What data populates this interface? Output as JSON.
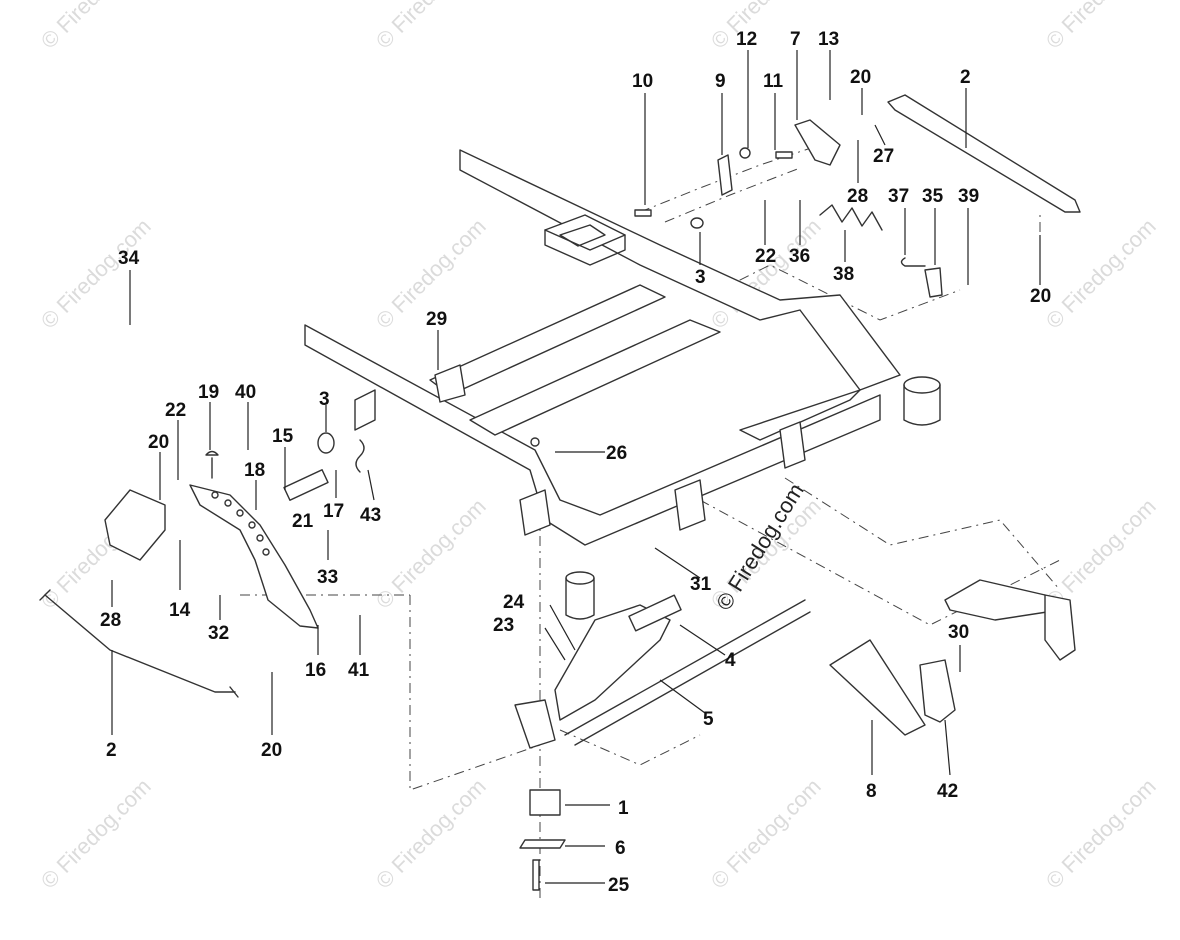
{
  "watermark_text": "© Firedog.com",
  "copyright_text": "© Firedog.com",
  "callouts": [
    {
      "id": "c-10",
      "label": "10"
    },
    {
      "id": "c-9",
      "label": "9"
    },
    {
      "id": "c-12",
      "label": "12"
    },
    {
      "id": "c-7",
      "label": "7"
    },
    {
      "id": "c-13",
      "label": "13"
    },
    {
      "id": "c-11",
      "label": "11"
    },
    {
      "id": "c-20a",
      "label": "20"
    },
    {
      "id": "c-2a",
      "label": "2"
    },
    {
      "id": "c-27",
      "label": "27"
    },
    {
      "id": "c-28a",
      "label": "28"
    },
    {
      "id": "c-37",
      "label": "37"
    },
    {
      "id": "c-35",
      "label": "35"
    },
    {
      "id": "c-39",
      "label": "39"
    },
    {
      "id": "c-22a",
      "label": "22"
    },
    {
      "id": "c-36",
      "label": "36"
    },
    {
      "id": "c-3a",
      "label": "3"
    },
    {
      "id": "c-38",
      "label": "38"
    },
    {
      "id": "c-20b",
      "label": "20"
    },
    {
      "id": "c-34",
      "label": "34"
    },
    {
      "id": "c-29",
      "label": "29"
    },
    {
      "id": "c-19",
      "label": "19"
    },
    {
      "id": "c-40",
      "label": "40"
    },
    {
      "id": "c-3b",
      "label": "3"
    },
    {
      "id": "c-22b",
      "label": "22"
    },
    {
      "id": "c-15",
      "label": "15"
    },
    {
      "id": "c-20c",
      "label": "20"
    },
    {
      "id": "c-18",
      "label": "18"
    },
    {
      "id": "c-26",
      "label": "26"
    },
    {
      "id": "c-17",
      "label": "17"
    },
    {
      "id": "c-43",
      "label": "43"
    },
    {
      "id": "c-21",
      "label": "21"
    },
    {
      "id": "c-33",
      "label": "33"
    },
    {
      "id": "c-31",
      "label": "31"
    },
    {
      "id": "c-28b",
      "label": "28"
    },
    {
      "id": "c-14",
      "label": "14"
    },
    {
      "id": "c-32",
      "label": "32"
    },
    {
      "id": "c-16",
      "label": "16"
    },
    {
      "id": "c-41",
      "label": "41"
    },
    {
      "id": "c-24",
      "label": "24"
    },
    {
      "id": "c-23",
      "label": "23"
    },
    {
      "id": "c-4",
      "label": "4"
    },
    {
      "id": "c-30",
      "label": "30"
    },
    {
      "id": "c-5",
      "label": "5"
    },
    {
      "id": "c-2b",
      "label": "2"
    },
    {
      "id": "c-20d",
      "label": "20"
    },
    {
      "id": "c-8",
      "label": "8"
    },
    {
      "id": "c-42",
      "label": "42"
    },
    {
      "id": "c-1",
      "label": "1"
    },
    {
      "id": "c-6",
      "label": "6"
    },
    {
      "id": "c-25",
      "label": "25"
    }
  ]
}
